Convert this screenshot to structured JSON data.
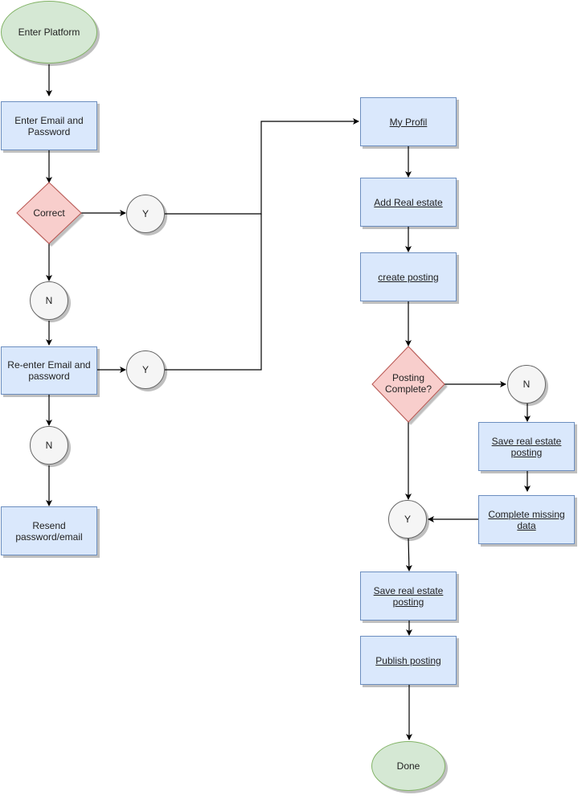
{
  "nodes": {
    "enter_platform": "Enter Platform",
    "enter_email": "Enter Email and Password",
    "correct": "Correct",
    "y1": "Y",
    "n1": "N",
    "reenter": "Re-enter Email and password",
    "y2": "Y",
    "n2": "N",
    "resend": "Resend password/email",
    "my_profil": "My Profil",
    "add_real_estate": "Add Real estate",
    "create_posting": "create posting",
    "posting_complete": "Posting Complete?",
    "n3": "N",
    "save_posting_right": "Save real estate posting",
    "complete_missing": "Complete missing data",
    "y3": "Y",
    "save_posting": "Save real estate posting",
    "publish": "Publish posting",
    "done": "Done"
  },
  "colors": {
    "process_fill": "#dae8fc",
    "process_stroke": "#6c8ebf",
    "terminal_fill": "#d5e8d4",
    "terminal_stroke": "#82b366",
    "decision_fill": "#f8cecc",
    "decision_stroke": "#b85450",
    "connector_fill": "#f5f5f5",
    "connector_stroke": "#666666"
  }
}
